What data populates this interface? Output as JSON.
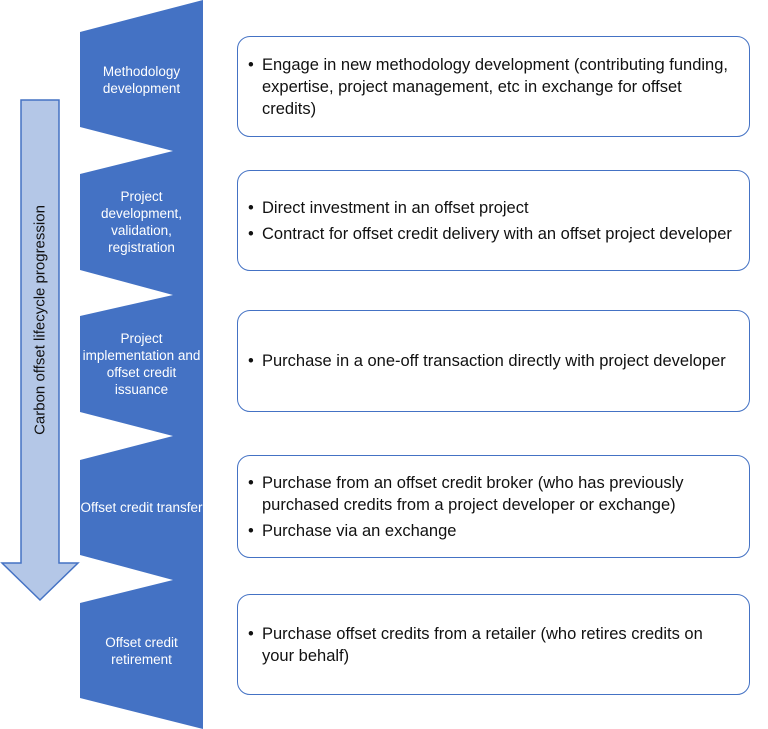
{
  "arrow_label": "Carbon offset lifecycle progression",
  "colors": {
    "stage_fill": "#4472c4",
    "arrow_fill": "#b4c7e7",
    "arrow_stroke": "#4472c4",
    "box_border": "#4472c4"
  },
  "stages": [
    {
      "label": "Methodology development",
      "bullets": [
        "Engage in new methodology development (contributing funding, expertise, project management, etc in exchange for offset credits)"
      ]
    },
    {
      "label": "Project development, validation, registration",
      "bullets": [
        "Direct investment in an offset project",
        "Contract for offset credit delivery with an offset project developer"
      ]
    },
    {
      "label": "Project implementation and offset credit issuance",
      "bullets": [
        "Purchase in a one-off transaction directly with project developer"
      ]
    },
    {
      "label": "Offset credit transfer",
      "bullets": [
        "Purchase from an offset credit broker (who has previously purchased credits from a project developer or exchange)",
        "Purchase via an exchange"
      ]
    },
    {
      "label": "Offset credit retirement",
      "bullets": [
        "Purchase offset credits from a retailer (who retires credits on your behalf)"
      ]
    }
  ]
}
